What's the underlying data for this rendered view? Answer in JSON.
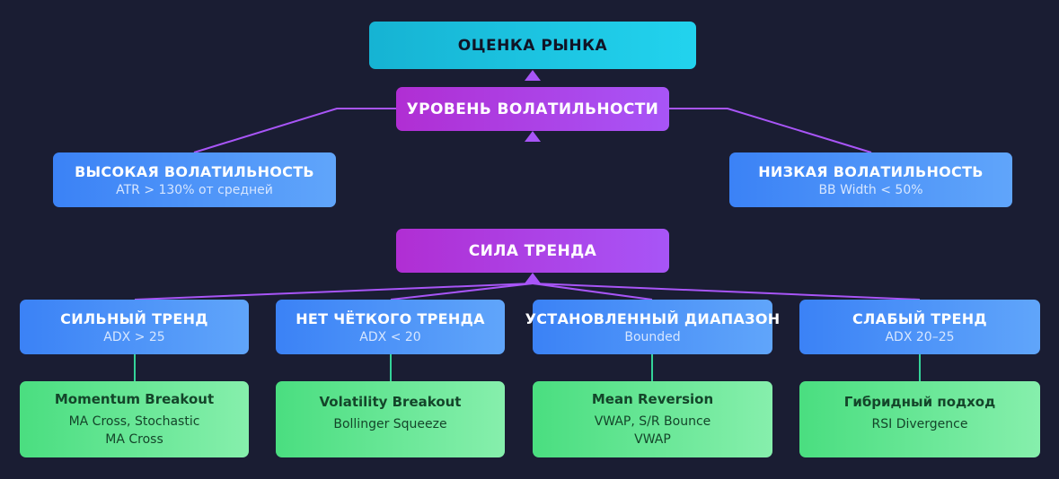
{
  "colors": {
    "background": "#1a1d33",
    "root": "#22d3ee",
    "decision": "#a855f7",
    "category": "#3b82f6",
    "strategy": "#4ade80",
    "connector_purple": "#a855f7",
    "connector_green": "#34d399"
  },
  "root": {
    "title": "ОЦЕНКА РЫНКА"
  },
  "volatility": {
    "title": "УРОВЕНЬ ВОЛАТИЛЬНОСТИ",
    "high": {
      "title": "ВЫСОКАЯ ВОЛАТИЛЬНОСТЬ",
      "sub": "ATR > 130% от средней"
    },
    "low": {
      "title": "НИЗКАЯ ВОЛАТИЛЬНОСТЬ",
      "sub": "BB Width < 50%"
    }
  },
  "trend": {
    "title": "СИЛА ТРЕНДА",
    "categories": [
      {
        "title": "СИЛЬНЫЙ ТРЕНД",
        "sub": "ADX > 25"
      },
      {
        "title": "НЕТ ЧЁТКОГО ТРЕНДА",
        "sub": "ADX < 20"
      },
      {
        "title": "УСТАНОВЛЕННЫЙ ДИАПАЗОН",
        "sub": "Bounded"
      },
      {
        "title": "СЛАБЫЙ ТРЕНД",
        "sub": "ADX 20–25"
      }
    ]
  },
  "strategies": [
    {
      "title": "Momentum Breakout",
      "line1": "MA Cross, Stochastic",
      "line2": "MA Cross"
    },
    {
      "title": "Volatility Breakout",
      "line1": "Bollinger Squeeze",
      "line2": ""
    },
    {
      "title": "Mean Reversion",
      "line1": "VWAP, S/R Bounce",
      "line2": "VWAP"
    },
    {
      "title": "Гибридный подход",
      "line1": "RSI Divergence",
      "line2": ""
    }
  ]
}
